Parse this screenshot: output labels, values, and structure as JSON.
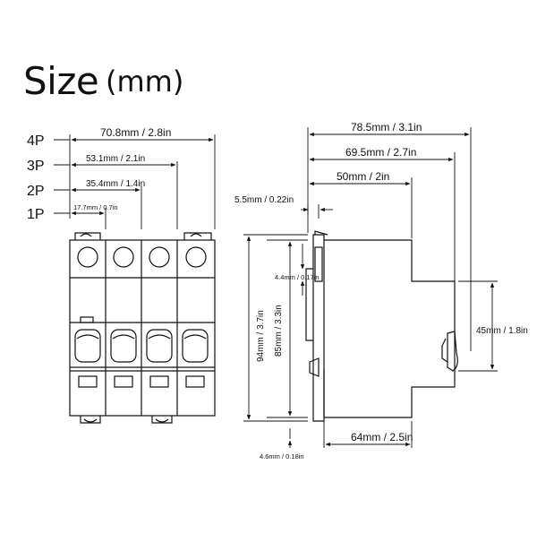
{
  "title": {
    "main": "Size",
    "unit": "(mm)"
  },
  "front_view": {
    "poles": [
      "4P",
      "3P",
      "2P",
      "1P"
    ],
    "widths": [
      "70.8mm / 2.8in",
      "53.1mm / 2.1in",
      "35.4mm / 1.4in",
      "17.7mm / 0.7in"
    ]
  },
  "side_view": {
    "depth_total": "78.5mm / 3.1in",
    "depth_mid": "69.5mm / 2.7in",
    "depth_front": "50mm / 2in",
    "front_step": "5.5mm / 0.22in",
    "window_depth": "4.4mm / 0.17in",
    "height_total": "94mm / 3.7in",
    "height_body": "85mm / 3.3in",
    "face_height": "45mm / 1.8in",
    "bottom_offset": "4.6mm / 0.18in",
    "base_depth": "64mm / 2.5in"
  }
}
